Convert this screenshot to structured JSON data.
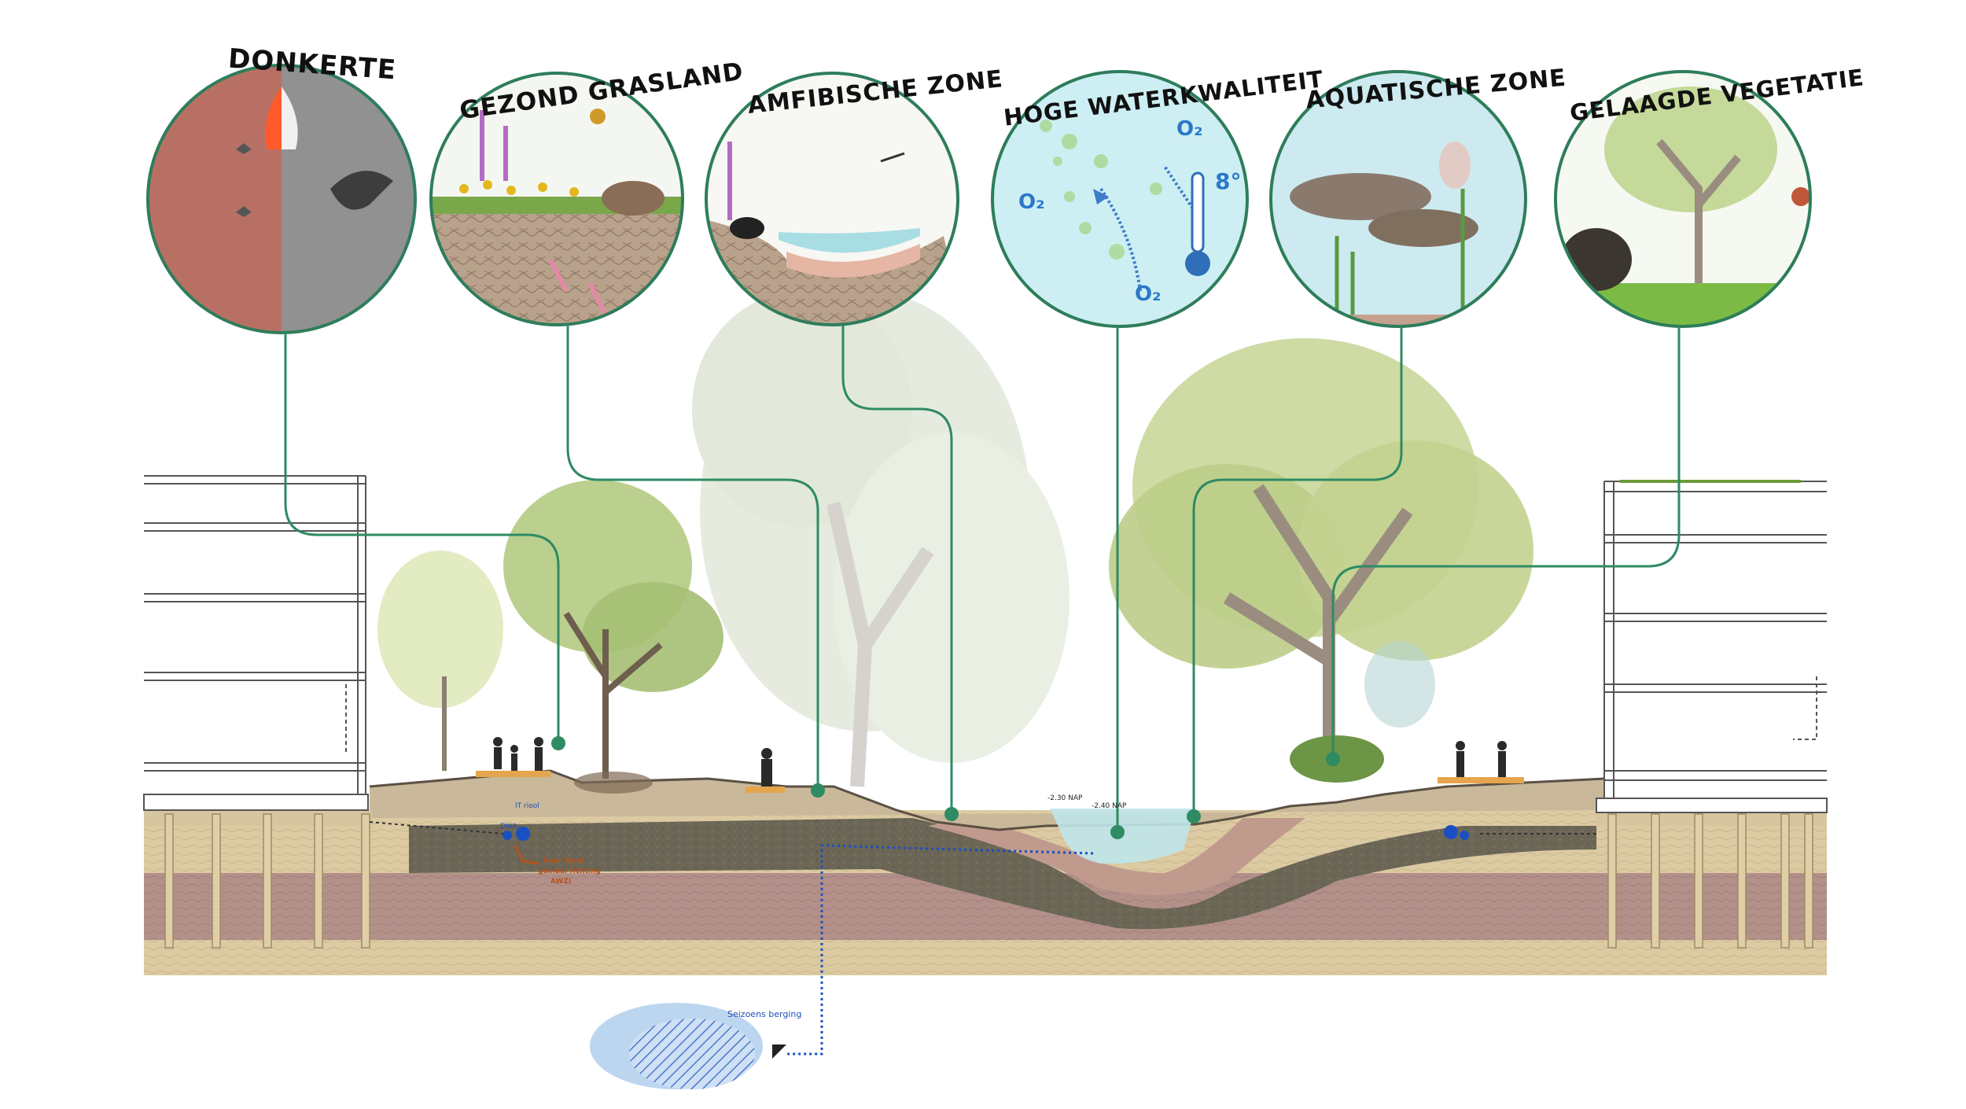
{
  "zones": [
    {
      "id": "donkerte",
      "title": "DONKERTE"
    },
    {
      "id": "grasland",
      "title": "GEZOND GRASLAND"
    },
    {
      "id": "amfibisch",
      "title": "AMFIBISCHE ZONE"
    },
    {
      "id": "water",
      "title": "HOGE WATERKWALITEIT"
    },
    {
      "id": "aquatisch",
      "title": "AQUATISCHE ZONE"
    },
    {
      "id": "vegetatie",
      "title": "GELAAGDE VEGETATIE"
    }
  ],
  "water_circle_labels": {
    "o2": "O₂",
    "temperature": "8°"
  },
  "section_labels": {
    "it_riool": "IT riool",
    "dwa": "DWA",
    "naar_riool_1": "Naar Riool",
    "naar_riool_2": "gemaal richting",
    "naar_riool_3": "AWZI",
    "nap_1": "-2.30 NAP",
    "nap_2": "-2.40 NAP",
    "seizoens_berging": "Seizoens berging"
  },
  "colors": {
    "leader_line": "#2e8b64",
    "circle_stroke": "#2e7d5b",
    "sand": "#d9c9a3",
    "clay": "#b5938a",
    "peat": "#6f6a5c",
    "water": "#bfe6ea",
    "blue_pipe": "#1a4fc4",
    "storage": "#9cc2e8"
  }
}
